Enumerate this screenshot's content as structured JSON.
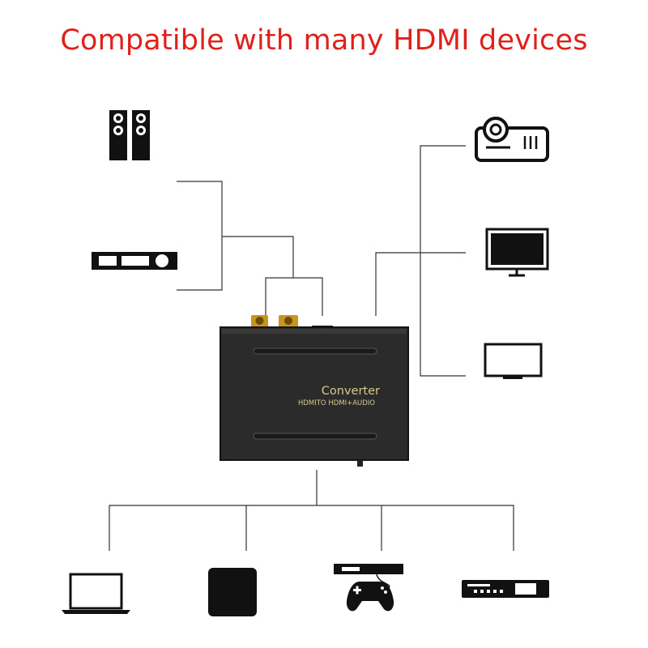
{
  "headline": "Compatible with many HDMI devices",
  "converter": {
    "title": "Converter",
    "subtitle": "HDMITO HDMI+AUDIO"
  },
  "icons": {
    "top_left": "speakers-icon",
    "mid_left": "amplifier-icon",
    "top_right": "projector-icon",
    "mid_right": "monitor-icon",
    "low_right": "tv-icon",
    "bottom_1": "laptop-icon",
    "bottom_2": "set-top-box-icon",
    "bottom_3": "game-console-icon",
    "bottom_4": "dvd-player-icon"
  },
  "colors": {
    "headline": "#e0211b",
    "device_body": "#2b2b2b",
    "label": "#d8c98a",
    "rca_gold": "#c8951e"
  }
}
